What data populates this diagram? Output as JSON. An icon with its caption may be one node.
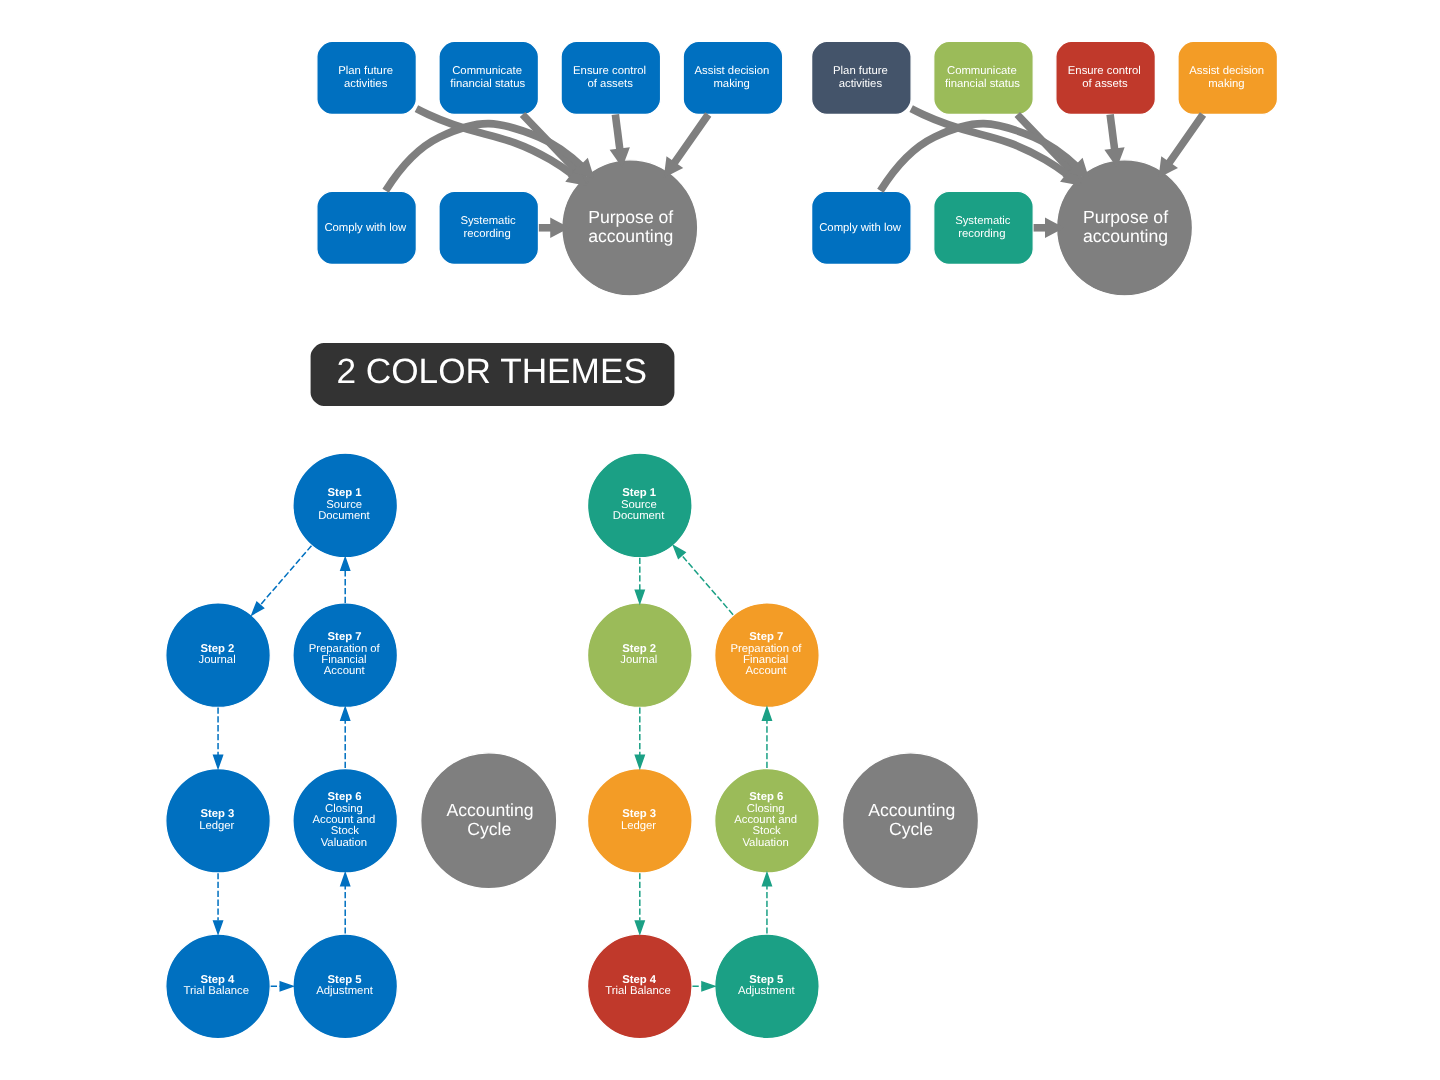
{
  "diagram": {
    "nodes": [
      {
        "text": [
          "Assist decision making"
        ]
      },
      {
        "text": [
          "Ensure control of assets"
        ]
      },
      {
        "text": [
          "Communicate financial status"
        ]
      },
      {
        "text": [
          "Plan future activities"
        ]
      },
      {
        "text": [
          "Systematic recording"
        ]
      },
      {
        "text": [
          "Purpose of accounting"
        ]
      },
      {
        "text": [
          "Comply with low"
        ]
      },
      {
        "text": [
          "Assist decision making"
        ]
      },
      {
        "text": [
          "Ensure control of assets"
        ]
      },
      {
        "text": [
          "Communicate financial status"
        ]
      },
      {
        "text": [
          "Plan future activities"
        ]
      },
      {
        "text": [
          "Systematic recording"
        ]
      },
      {
        "text": [
          "Purpose of accounting"
        ]
      },
      {
        "text": [
          "Comply with low"
        ]
      },
      {
        "text": [
          "2 COLOR THEMES"
        ]
      },
      {
        "text": [
          "Accounting Cycle"
        ]
      },
      {
        "text": [
          "Step 1",
          "Source Document"
        ]
      },
      {
        "text": [
          "Step 2",
          "Journal"
        ]
      },
      {
        "text": [
          "Step 3",
          "Ledger"
        ]
      },
      {
        "text": [
          "Step 4",
          "Trial Balance"
        ]
      },
      {
        "text": [
          "Step 5",
          "Adjustment"
        ]
      },
      {
        "text": [
          "Step 6",
          "Closing Account and Stock Valuation"
        ]
      },
      {
        "text": [
          "Step 7",
          "Preparation of Financial Account"
        ]
      },
      {
        "text": [
          "Accounting Cycle"
        ]
      },
      {
        "text": [
          "Step 1",
          "Source Document"
        ]
      },
      {
        "text": [
          "Step 2",
          "Journal"
        ]
      },
      {
        "text": [
          "Step 3",
          "Ledger"
        ]
      },
      {
        "text": [
          "Step 4",
          "Trial Balance"
        ]
      },
      {
        "text": [
          "Step 5",
          "Adjustment"
        ]
      },
      {
        "text": [
          "Step 6",
          "Closing Account and Stock Valuation"
        ]
      },
      {
        "text": [
          "Step 7",
          "Preparation of Financial Account"
        ]
      }
    ],
    "edges": [
      {
        "from": 0,
        "to": 5,
        "arrow": "to",
        "style": "thick",
        "color": "#7f7f7f"
      },
      {
        "from": 1,
        "to": 5,
        "arrow": "to",
        "style": "thick",
        "color": "#7f7f7f"
      },
      {
        "from": 2,
        "to": 5,
        "arrow": "to",
        "style": "thick",
        "color": "#7f7f7f"
      },
      {
        "from": 3,
        "to": 5,
        "arrow": "to",
        "style": "thick",
        "color": "#7f7f7f"
      },
      {
        "from": 4,
        "to": 5,
        "arrow": "to",
        "style": "thick",
        "color": "#7f7f7f"
      },
      {
        "from": 6,
        "to": 5,
        "arrow": "to",
        "style": "thick",
        "color": "#7f7f7f"
      },
      {
        "from": 7,
        "to": 12,
        "arrow": "to",
        "style": "thick",
        "color": "#7f7f7f"
      },
      {
        "from": 8,
        "to": 12,
        "arrow": "to",
        "style": "thick",
        "color": "#7f7f7f"
      },
      {
        "from": 9,
        "to": 12,
        "arrow": "to",
        "style": "thick",
        "color": "#7f7f7f"
      },
      {
        "from": 10,
        "to": 12,
        "arrow": "to",
        "style": "thick",
        "color": "#7f7f7f"
      },
      {
        "from": 11,
        "to": 12,
        "arrow": "to",
        "style": "thick",
        "color": "#7f7f7f"
      },
      {
        "from": 13,
        "to": 12,
        "arrow": "to",
        "style": "thick",
        "color": "#7f7f7f"
      },
      {
        "from": 16,
        "to": 17,
        "arrow": "to",
        "style": "dashed",
        "color": "#0070c0"
      },
      {
        "from": 17,
        "to": 18,
        "arrow": "to",
        "style": "dashed",
        "color": "#0070c0"
      },
      {
        "from": 18,
        "to": 19,
        "arrow": "to",
        "style": "dashed",
        "color": "#0070c0"
      },
      {
        "from": 19,
        "to": 20,
        "arrow": "to",
        "style": "dashed",
        "color": "#0070c0"
      },
      {
        "from": 20,
        "to": 21,
        "arrow": "to",
        "style": "dashed",
        "color": "#0070c0"
      },
      {
        "from": 21,
        "to": 22,
        "arrow": "to",
        "style": "dashed",
        "color": "#0070c0"
      },
      {
        "from": 22,
        "to": 16,
        "arrow": "to",
        "style": "dashed",
        "color": "#0070c0"
      },
      {
        "from": 24,
        "to": 25,
        "arrow": "to",
        "style": "dashed",
        "color": "#1ba085"
      },
      {
        "from": 25,
        "to": 26,
        "arrow": "to",
        "style": "dashed",
        "color": "#1ba085"
      },
      {
        "from": 26,
        "to": 27,
        "arrow": "to",
        "style": "dashed",
        "color": "#1ba085"
      },
      {
        "from": 27,
        "to": 28,
        "arrow": "to",
        "style": "dashed",
        "color": "#1ba085"
      },
      {
        "from": 28,
        "to": 29,
        "arrow": "to",
        "style": "dashed",
        "color": "#1ba085"
      },
      {
        "from": 29,
        "to": 30,
        "arrow": "to",
        "style": "dashed",
        "color": "#1ba085"
      },
      {
        "from": 30,
        "to": 24,
        "arrow": "to",
        "style": "dashed",
        "color": "#1ba085"
      }
    ]
  }
}
